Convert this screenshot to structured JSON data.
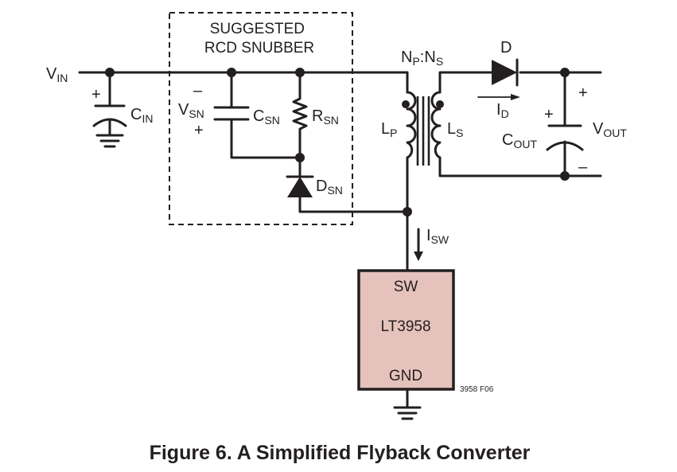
{
  "snubber_title": [
    "SUGGESTED",
    "RCD SNUBBER"
  ],
  "vin": {
    "main": "V",
    "sub": "IN"
  },
  "cin": {
    "main": "C",
    "sub": "IN"
  },
  "vsn": {
    "main": "V",
    "sub": "SN"
  },
  "csn": {
    "main": "C",
    "sub": "SN"
  },
  "rsn": {
    "main": "R",
    "sub": "SN"
  },
  "dsn": {
    "main": "D",
    "sub": "SN"
  },
  "lp": {
    "main": "L",
    "sub": "P"
  },
  "ls": {
    "main": "L",
    "sub": "S"
  },
  "np": {
    "main": "N",
    "sub": "P"
  },
  "ns": {
    "main": "N",
    "sub": "S"
  },
  "turns_separator": ":",
  "diode": "D",
  "id": {
    "main": "I",
    "sub": "D"
  },
  "cout": {
    "main": "C",
    "sub": "OUT"
  },
  "vout": {
    "main": "V",
    "sub": "OUT"
  },
  "isw": {
    "main": "I",
    "sub": "SW"
  },
  "plus": "+",
  "minus": "–",
  "chip": {
    "pin_top": "SW",
    "name": "LT3958",
    "pin_bottom": "GND",
    "fill": "#e6c2bc"
  },
  "figure_code": "3958 F06",
  "caption": "Figure 6. A Simplified Flyback Converter",
  "colors": {
    "ink": "#231f20",
    "chip_fill": "#e6c2bc"
  }
}
